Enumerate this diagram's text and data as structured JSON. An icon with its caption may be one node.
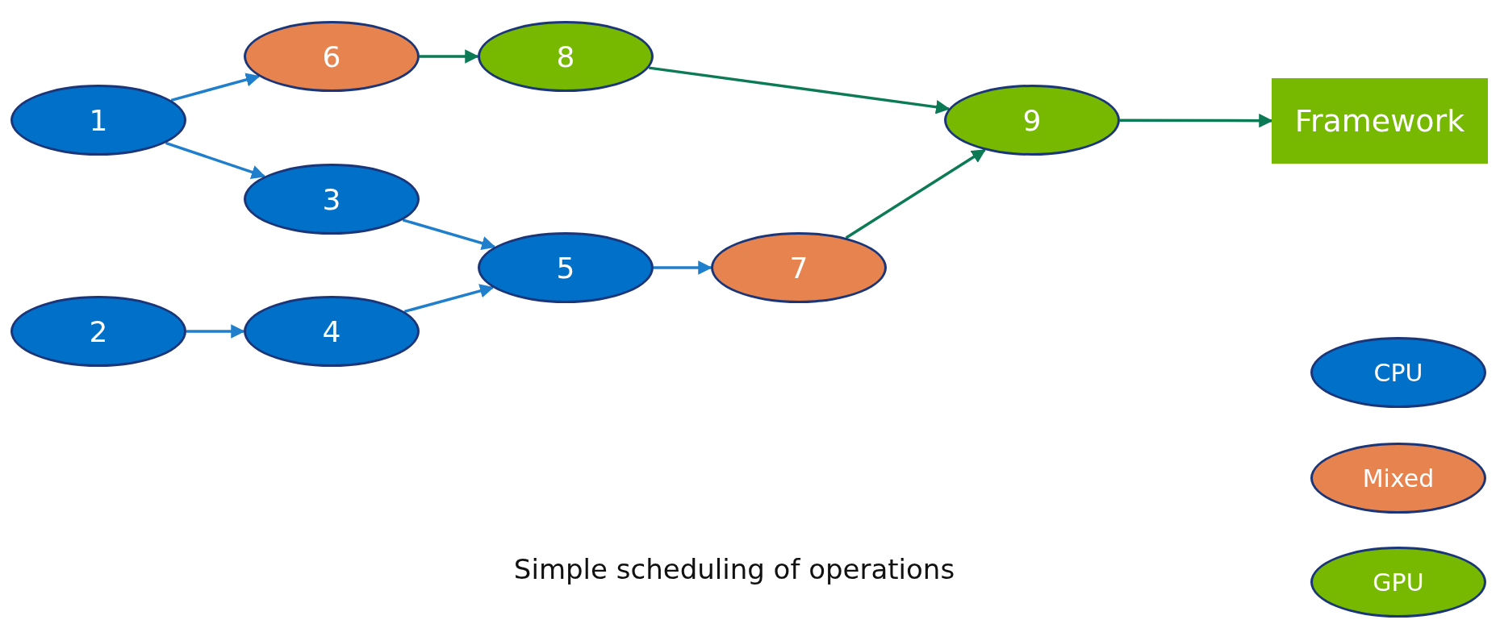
{
  "diagram": {
    "caption": "Simple scheduling of operations",
    "nodes": [
      {
        "text": [
          "1"
        ]
      },
      {
        "text": [
          "2"
        ]
      },
      {
        "text": [
          "3"
        ]
      },
      {
        "text": [
          "4"
        ]
      },
      {
        "text": [
          "5"
        ]
      },
      {
        "text": [
          "6"
        ]
      },
      {
        "text": [
          "7"
        ]
      },
      {
        "text": [
          "8"
        ]
      },
      {
        "text": [
          "9"
        ]
      },
      {
        "text": [
          "Framework"
        ]
      }
    ],
    "edges": [
      {
        "from": 0,
        "to": 5,
        "arrow": "to"
      },
      {
        "from": 0,
        "to": 2,
        "arrow": "to"
      },
      {
        "from": 5,
        "to": 7,
        "arrow": "to",
        "color": "#0b7a55"
      },
      {
        "from": 7,
        "to": 8,
        "arrow": "to",
        "color": "#0b7a55"
      },
      {
        "from": 2,
        "to": 4,
        "arrow": "to"
      },
      {
        "from": 1,
        "to": 3,
        "arrow": "to"
      },
      {
        "from": 3,
        "to": 4,
        "arrow": "to"
      },
      {
        "from": 4,
        "to": 6,
        "arrow": "to"
      },
      {
        "from": 6,
        "to": 8,
        "arrow": "to",
        "color": "#0b7a55"
      },
      {
        "from": 8,
        "to": 9,
        "arrow": "to",
        "color": "#0b7a55"
      }
    ],
    "legend": [
      {
        "text": "CPU",
        "color": "#0070c8"
      },
      {
        "text": "Mixed",
        "color": "#e6834f"
      },
      {
        "text": "GPU",
        "color": "#76b900"
      }
    ]
  }
}
